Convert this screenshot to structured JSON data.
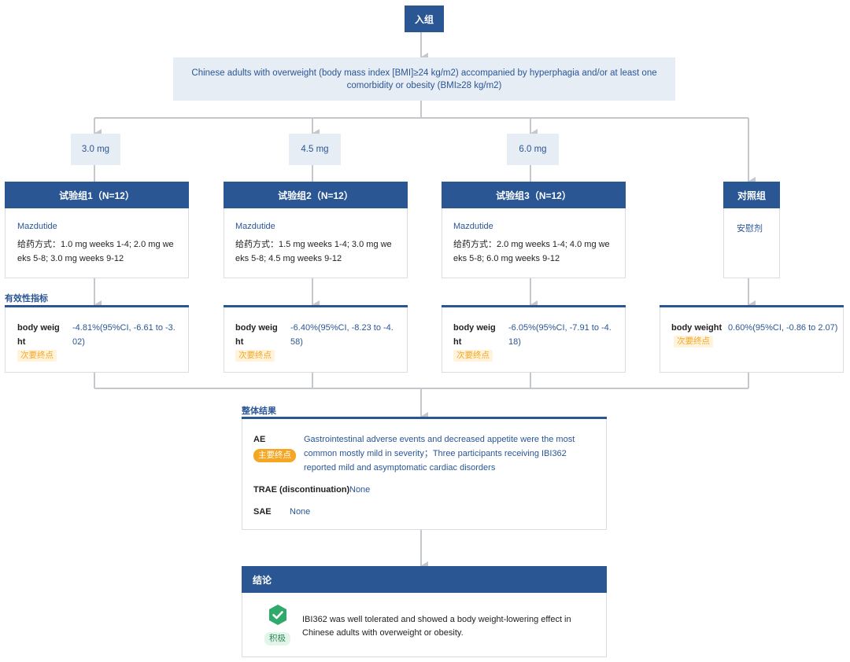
{
  "enroll": {
    "label": "入组"
  },
  "population": {
    "text": "Chinese adults with overweight (body mass index [BMI]≥24 kg/m2) accompanied by hyperphagia and/or at least one comorbidity or obesity (BMI≥28 kg/m2)"
  },
  "doses": [
    "3.0 mg",
    "4.5 mg",
    "6.0 mg"
  ],
  "arms": [
    {
      "title": "试验组1（N=12）",
      "drug": "Mazdutide",
      "regimen": "给药方式：1.0 mg weeks 1-4; 2.0 mg weeks 5-8; 3.0 mg weeks 9-12"
    },
    {
      "title": "试验组2（N=12）",
      "drug": "Mazdutide",
      "regimen": "给药方式：1.5 mg weeks 1-4; 3.0 mg weeks 5-8; 4.5 mg weeks 9-12"
    },
    {
      "title": "试验组3（N=12）",
      "drug": "Mazdutide",
      "regimen": "给药方式：2.0 mg weeks 1-4; 4.0 mg weeks 5-8; 6.0 mg weeks 9-12"
    }
  ],
  "control": {
    "title": "对照组",
    "drug": "安慰剂"
  },
  "efficacy": {
    "section_title": "有效性指标",
    "outcomes": [
      {
        "label": "body weight",
        "value": "-4.81%(95%CI, -6.61 to -3.02)",
        "tag": "次要终点"
      },
      {
        "label": "body weight",
        "value": "-6.40%(95%CI, -8.23 to -4.58)",
        "tag": "次要终点"
      },
      {
        "label": "body weight",
        "value": "-6.05%(95%CI, -7.91 to -4.18)",
        "tag": "次要终点"
      },
      {
        "label": "body weight",
        "value": "0.60%(95%CI, -0.86 to 2.07)",
        "tag": "次要终点"
      }
    ]
  },
  "overall": {
    "section_title": "整体结果",
    "ae": {
      "label": "AE",
      "tag": "主要终点",
      "value": "Gastrointestinal adverse events and decreased appetite were the most common mostly mild in severity；Three participants receiving IBI362 reported mild and asymptomatic cardiac disorders"
    },
    "trae": {
      "label": "TRAE (discontinuation)",
      "value": "None"
    },
    "sae": {
      "label": "SAE",
      "value": "None"
    }
  },
  "conclusion": {
    "title": "结论",
    "tag": "积极",
    "text": "IBI362 was well tolerated and showed a body weight-lowering effect in Chinese adults with overweight or obesity.",
    "icon": "check-badge-icon",
    "icon_color": "#2faa6a"
  },
  "colors": {
    "primary": "#2a5694",
    "light_box": "#e7edf5",
    "connector": "#c4c7cc",
    "accent": "#f5a623"
  }
}
